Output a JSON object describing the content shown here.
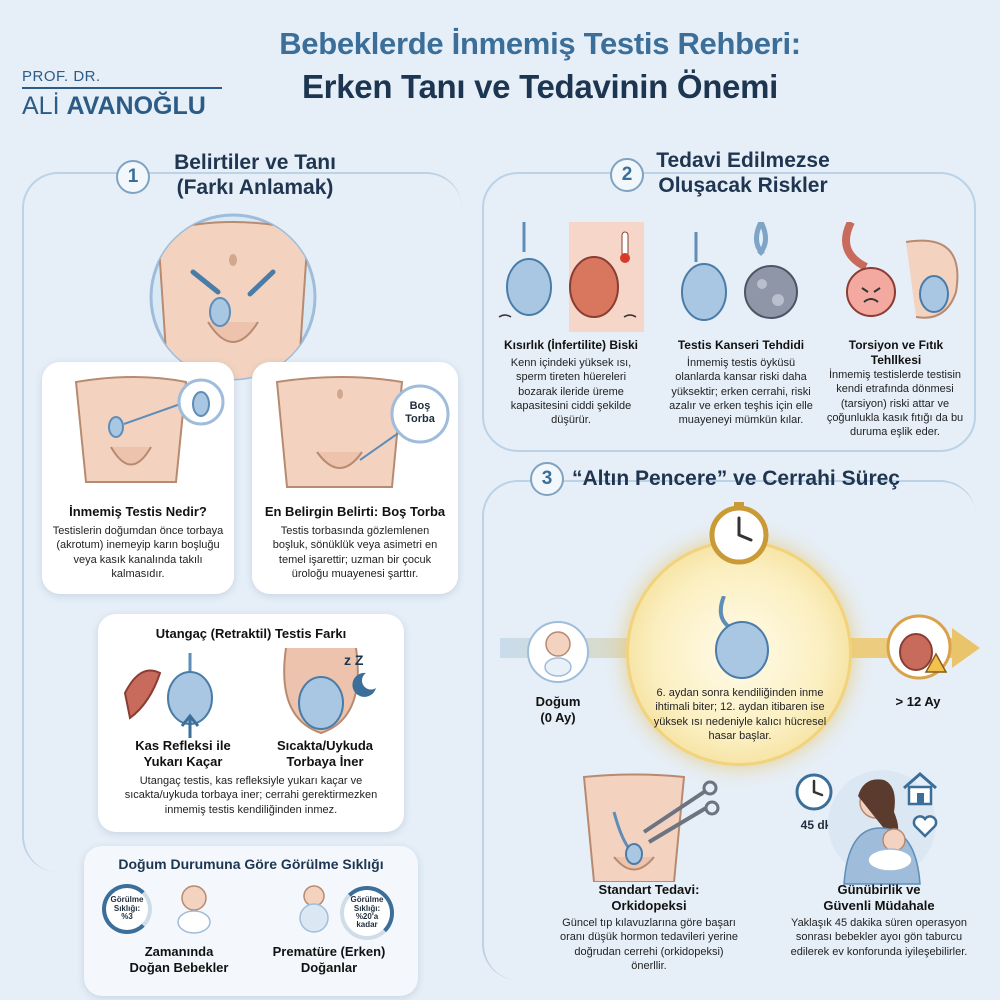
{
  "header": {
    "title_line1": "Bebeklerde İnmemiş Testis Rehberi:",
    "title_line2": "Erken Tanı ve Tedavinin Önemi",
    "brand_prefix": "PROF. DR.",
    "brand_first": "ALİ",
    "brand_last": "AVANOĞLU"
  },
  "section1": {
    "number": "1",
    "title": "Belirtiler ve Tanı\n(Farkı Anlamak)",
    "card_what": {
      "title": "İnmemiş Testis Nedir?",
      "text": "Testislerin doğumdan önce torbaya (akrotum) inemeyip karın boşluğu veya kasık kanalında takılı kalmasıdır."
    },
    "card_sign": {
      "title": "En Belirgin Belirti: Boş Torba",
      "text": "Testis torbasında gözlemlenen boşluk, sönüklük veya asimetri en temel işarettir; uzman bir çocuk üroloğu muayenesi şarttır.",
      "bubble": "Boş\nTorba"
    },
    "retractile": {
      "title": "Utangaç (Retraktil) Testis Farkı",
      "item1": "Kas Refleksi ile\nYukarı Kaçar",
      "item2": "Sıcakta/Uykuda\nTorbaya İner",
      "text": "Utangaç testis, kas refleksiyle yukarı kaçar ve sıcakta/uykuda torbaya iner; cerrahi gerektirmezken inmemiş testis kendiliğinden inmez.",
      "zz": "z Z"
    },
    "frequency": {
      "title": "Doğum Durumuna Göre Görülme Sıklığı",
      "fullterm_badge": "Görülme\nSıklığı:\n%3",
      "fullterm_label": "Zamanında\nDoğan Bebekler",
      "preterm_badge": "Görülme\nSıklığı:\n%20'a\nkadar",
      "preterm_label": "Prematüre (Erken)\nDoğanlar"
    }
  },
  "section2": {
    "number": "2",
    "title": "Tedavi Edilmezse\nOluşacak Riskler",
    "risks": [
      {
        "title": "Kısırlık (İnfertilite) Biski",
        "text": "Kenn içindeki yüksek ısı, sperm tireten hüereleri bozarak ileride üreme kapasitesini ciddi şekilde düşürür."
      },
      {
        "title": "Testis Kanseri Tehdidi",
        "text": "İnmemiş testis öyküsü olanlarda kansar riski daha yüksektir; erken cerrahi, riski azalır ve erken teşhis için elle muayeneyi mümkün kılar."
      },
      {
        "title": "Torsiyon ve Fıtık\nTehllkesi",
        "text": "İnmemiş testislerde testisin kendi etrafında dönmesi (tarsiyon) riski attar ve çoğunlukla kasık fıtığı da bu duruma eşlik eder."
      }
    ]
  },
  "section3": {
    "number": "3",
    "title": "“Altın Pencere” ve Cerrahi Süreç",
    "birth_label": "Doğum\n(0 Ay)",
    "after_label": "> 12 Ay",
    "window_text": "6. aydan sonra kendiliğinden inme ihtimali biter; 12. aydan itibaren ise yüksek ısı nedeniyle kalıcı hücresel hasar başlar.",
    "surgery": {
      "title": "Standart Tedavi:\nOrkidopeksi",
      "text": "Güncel tıp kılavuzlarına göre başarı oranı düşük hormon tedavileri yerine doğrudan cerrehi (orkidopeksi) önerllir."
    },
    "daycase": {
      "title": "Günübirlik ve\nGüvenli Müdahale",
      "text": "Yaklaşık 45 dakika süren operasyon sonrası bebekler ayoı gön taburcu edilerek ev konforunda iyileşebilirler.",
      "duration": "45 dk"
    }
  },
  "colors": {
    "accent": "#3b6e98",
    "dark": "#1c3550",
    "gold": "#e9c46a",
    "skin": "#f3d3c0",
    "testis": "#a9c7e3"
  }
}
